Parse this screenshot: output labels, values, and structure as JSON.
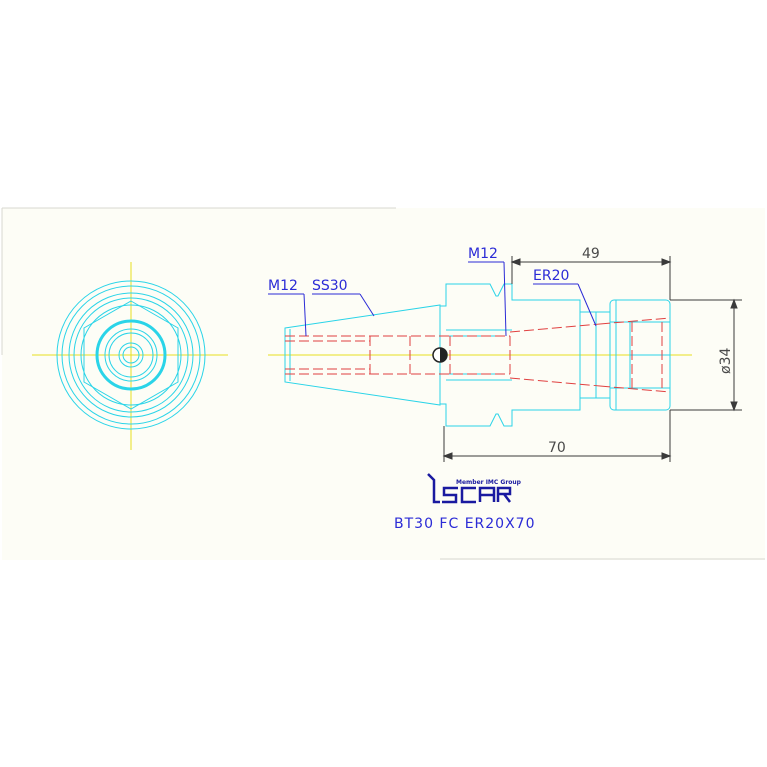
{
  "drawing": {
    "part_name": "BT30 FC ER20X70",
    "logo": {
      "wordmark": "iscar",
      "tagline": "Member IMC Group",
      "color": "#1a1aa0"
    },
    "callouts": {
      "left_thread": "M12",
      "taper": "SS30",
      "inner_thread": "M12",
      "collet": "ER20"
    },
    "dimensions": {
      "length_49": "49",
      "length_70": "70",
      "diameter": "ø34"
    },
    "colors": {
      "background": "#fdfdf6",
      "outline": "#2ad4e8",
      "hidden_lines": "#e04040",
      "centerline": "#e8e020",
      "dimension": "#3a3a3a",
      "callout": "#2b2bd6"
    }
  }
}
